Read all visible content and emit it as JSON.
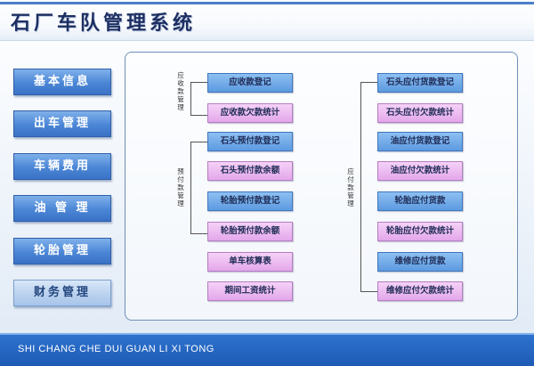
{
  "app": {
    "title": "石厂车队管理系统",
    "footer_text": "SHI CHANG CHE DUI GUAN LI XI TONG"
  },
  "nav": {
    "items": [
      {
        "label": "基本信息"
      },
      {
        "label": "出车管理"
      },
      {
        "label": "车辆费用"
      },
      {
        "label": "油  管  理"
      },
      {
        "label": "轮胎管理"
      },
      {
        "label": "财务管理",
        "active": true
      }
    ]
  },
  "groups": {
    "receivable": "应收款管理",
    "prepaid": "预付款管理",
    "payable": "应付款管理"
  },
  "left_buttons": [
    {
      "label": "应收款登记",
      "color": "blue"
    },
    {
      "label": "应收款欠款统计",
      "color": "pink"
    },
    {
      "label": "石头预付款登记",
      "color": "blue"
    },
    {
      "label": "石头预付款余额",
      "color": "pink"
    },
    {
      "label": "轮胎预付款登记",
      "color": "blue"
    },
    {
      "label": "轮胎预付款余额",
      "color": "pink"
    },
    {
      "label": "单车核算表",
      "color": "pink"
    },
    {
      "label": "期间工资统计",
      "color": "pink"
    }
  ],
  "right_buttons": [
    {
      "label": "石头应付货款登记",
      "color": "blue"
    },
    {
      "label": "石头应付欠款统计",
      "color": "pink"
    },
    {
      "label": "油应付货款登记",
      "color": "blue"
    },
    {
      "label": "油应付欠款统计",
      "color": "pink"
    },
    {
      "label": "轮胎应付货款",
      "color": "blue"
    },
    {
      "label": "轮胎应付欠款统计",
      "color": "pink"
    },
    {
      "label": "维修应付货款",
      "color": "blue"
    },
    {
      "label": "维修应付欠款统计",
      "color": "pink"
    }
  ],
  "colors": {
    "nav_blue": "#4b86d6",
    "button_blue": "#5c9ae0",
    "button_pink": "#e3a7ea",
    "footer_blue": "#1d5bb5",
    "title_navy": "#1d2f62"
  }
}
